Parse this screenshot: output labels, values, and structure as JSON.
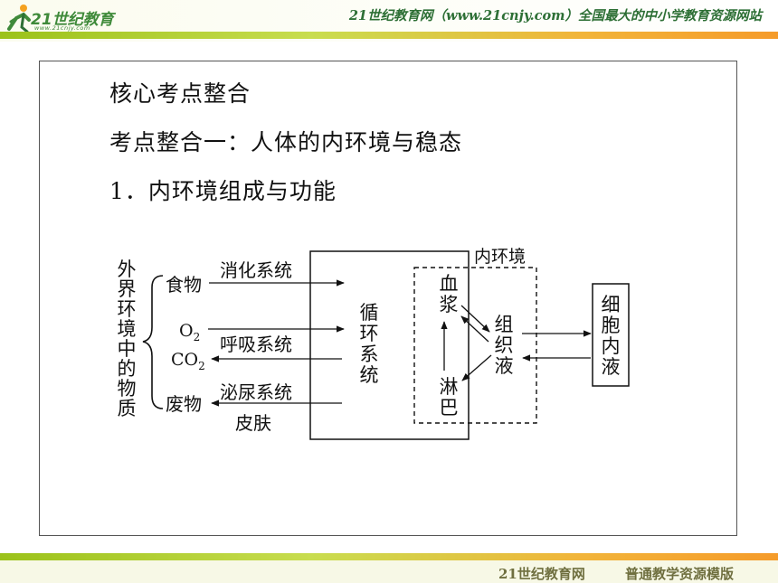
{
  "header": {
    "logo_text": "21世纪教育",
    "logo_sub": "www.21cnjy.com",
    "slogan": "21世纪教育网（www.21cnjy.com）全国最大的中小学教育资源网站"
  },
  "content": {
    "heading1": "核心考点整合",
    "heading2": "考点整合一：人体的内环境与稳态",
    "heading3": "1．内环境组成与功能"
  },
  "diagram": {
    "outer_label_chars": [
      "外",
      "界",
      "环",
      "境",
      "中",
      "的",
      "物",
      "质"
    ],
    "food": "食物",
    "o2_base": "O",
    "o2_sub": "2",
    "co2_base": "CO",
    "co2_sub": "2",
    "waste": "废物",
    "digestive": "消化系统",
    "respiratory": "呼吸系统",
    "urinary": "泌尿系统",
    "skin": "皮肤",
    "circulation_chars": [
      "循",
      "环",
      "系",
      "统"
    ],
    "inner_env": "内环境",
    "plasma_chars": [
      "血",
      "浆"
    ],
    "lymph_chars": [
      "淋",
      "巴"
    ],
    "tissue_fluid_chars": [
      "组",
      "织",
      "液"
    ],
    "intracellular_chars": [
      "细",
      "胞",
      "内",
      "液"
    ]
  },
  "footer": {
    "site": "21世纪教育网",
    "template": "普通教学资源模版"
  }
}
